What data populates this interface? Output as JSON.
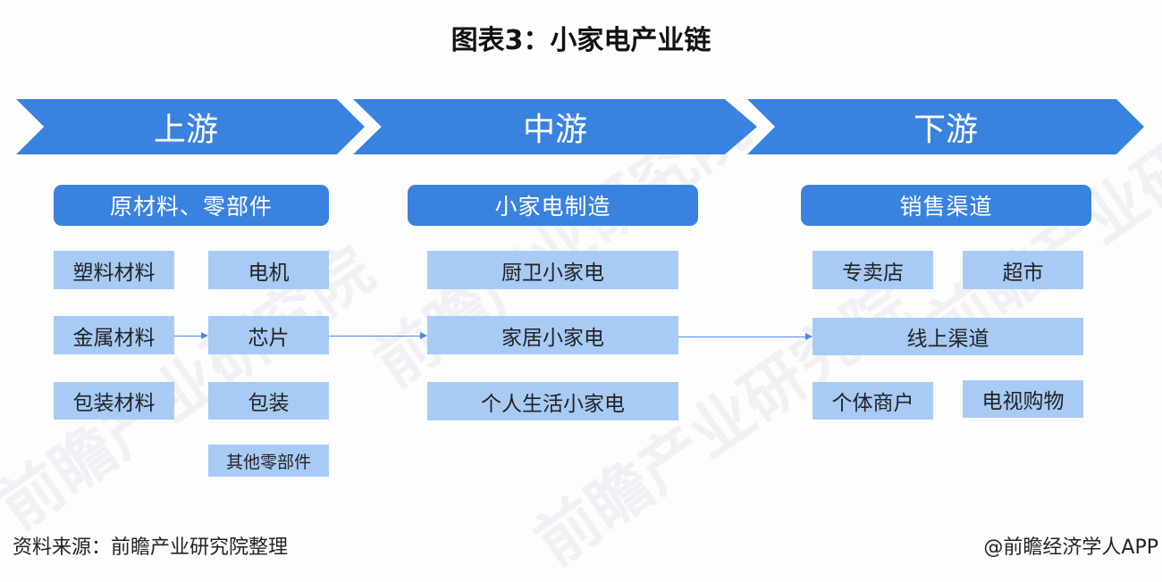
{
  "title": "图表3：小家电产业链",
  "stages": [
    {
      "label": "上游",
      "header": "原材料、零部件"
    },
    {
      "label": "中游",
      "header": "小家电制造"
    },
    {
      "label": "下游",
      "header": "销售渠道"
    }
  ],
  "upstream": {
    "materials": [
      "塑料材料",
      "金属材料",
      "包装材料"
    ],
    "parts": [
      "电机",
      "芯片",
      "包装",
      "其他零部件"
    ]
  },
  "midstream": {
    "items": [
      "厨卫小家电",
      "家居小家电",
      "个人生活小家电"
    ]
  },
  "downstream": {
    "row1": [
      "专卖店",
      "超市"
    ],
    "online": "线上渠道",
    "row3": [
      "个体商户",
      "电视购物"
    ]
  },
  "footer": {
    "source": "资料来源：前瞻产业研究院整理",
    "credit": "@前瞻经济学人APP"
  },
  "watermark": "前瞻产业研究院",
  "colors": {
    "accent": "#3a82e0",
    "item_fill": "#a8cbf5"
  }
}
